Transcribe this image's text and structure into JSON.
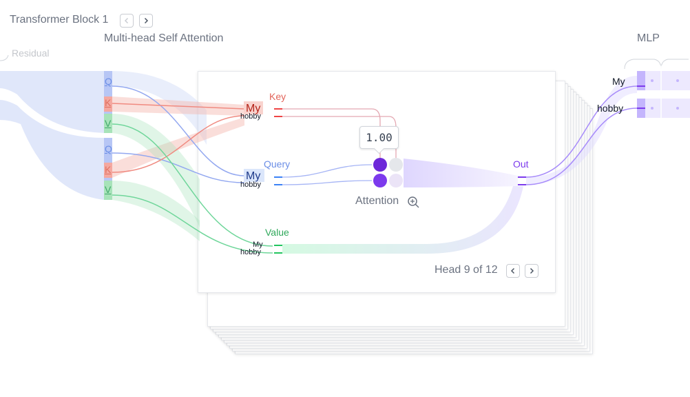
{
  "block": {
    "title": "Transformer Block 1"
  },
  "sections": {
    "attention": "Multi-head Self Attention",
    "mlp": "MLP",
    "residual": "Residual"
  },
  "qkv": {
    "labels": [
      "Q",
      "K",
      "V",
      "Q",
      "K",
      "V"
    ]
  },
  "head": {
    "key_label": "Key",
    "query_label": "Query",
    "value_label": "Value",
    "out_label": "Out",
    "attention_label": "Attention",
    "tooltip_value": "1.00",
    "nav_text": "Head 9 of 12"
  },
  "tokens": {
    "key": [
      "My",
      "hobby"
    ],
    "query": [
      "My",
      "hobby"
    ],
    "value": [
      "My",
      "hobby"
    ],
    "mlp": [
      "My",
      "hobby"
    ]
  },
  "colors": {
    "query": "#3b82f6",
    "key": "#ef4444",
    "value": "#22c55e",
    "out": "#7c3aed",
    "residual": "#c7d4f5"
  }
}
